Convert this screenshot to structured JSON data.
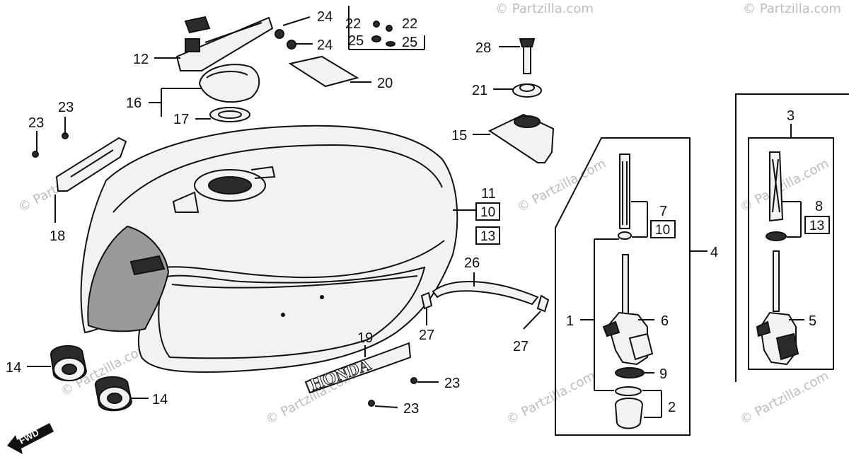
{
  "watermark": "© Partzilla.com",
  "fwd_label": "FWD",
  "emblem_text": "HONDA",
  "labels": {
    "l12": "12",
    "l16": "16",
    "l17": "17",
    "l24a": "24",
    "l24b": "24",
    "l22a": "22",
    "l22b": "22",
    "l25a": "25",
    "l25b": "25",
    "l20": "20",
    "l28": "28",
    "l21": "21",
    "l15": "15",
    "l23a": "23",
    "l23b": "23",
    "l18": "18",
    "l11": "11",
    "l10a": "10",
    "l13a": "13",
    "l26": "26",
    "l27a": "27",
    "l27b": "27",
    "l14a": "14",
    "l14b": "14",
    "l19": "19",
    "l23c": "23",
    "l23d": "23",
    "l7": "7",
    "l10b": "10",
    "l4": "4",
    "l1": "1",
    "l6": "6",
    "l9": "9",
    "l2": "2",
    "l3": "3",
    "l8": "8",
    "l13b": "13",
    "l5": "5"
  }
}
